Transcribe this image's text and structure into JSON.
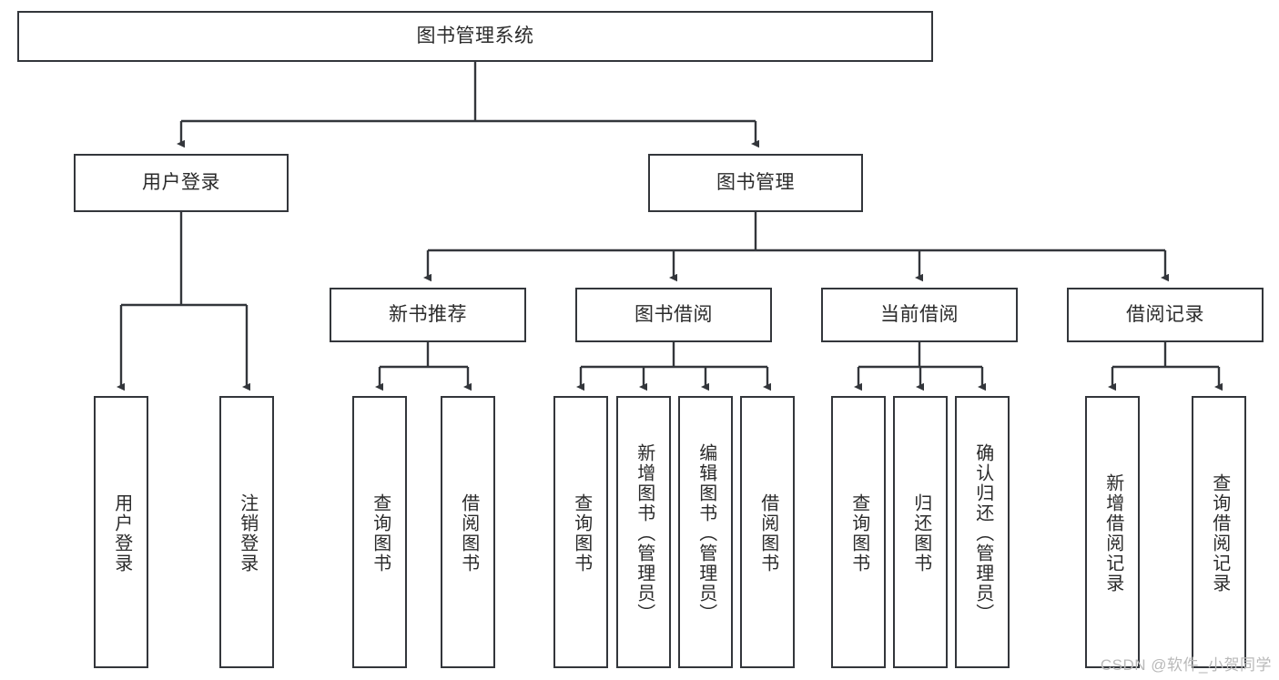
{
  "diagram": {
    "title": "图书管理系统",
    "watermark": "CSDN @软件_小贺同学",
    "colors": {
      "box_border": "#33363b",
      "box_fill": "#ffffff",
      "line": "#33363b",
      "text": "#2b2b2b",
      "watermark": "#b9b9b9"
    },
    "levels": {
      "root": {
        "label": "图书管理系统"
      },
      "level2": [
        {
          "label": "用户登录"
        },
        {
          "label": "图书管理"
        }
      ],
      "level3": [
        {
          "label": "新书推荐"
        },
        {
          "label": "图书借阅"
        },
        {
          "label": "当前借阅"
        },
        {
          "label": "借阅记录"
        }
      ],
      "leaves": {
        "user_login": [
          {
            "label": "用户登录"
          },
          {
            "label": "注销登录"
          }
        ],
        "new_book": [
          {
            "label": "查询图书"
          },
          {
            "label": "借阅图书"
          }
        ],
        "book_borrow": [
          {
            "label": "查询图书"
          },
          {
            "label": "新增图书（管理员）"
          },
          {
            "label": "编辑图书（管理员）"
          },
          {
            "label": "借阅图书"
          }
        ],
        "current_borrow": [
          {
            "label": "查询图书"
          },
          {
            "label": "归还图书"
          },
          {
            "label": "确认归还（管理员）"
          }
        ],
        "borrow_record": [
          {
            "label": "新增借阅记录"
          },
          {
            "label": "查询借阅记录"
          }
        ]
      }
    }
  }
}
